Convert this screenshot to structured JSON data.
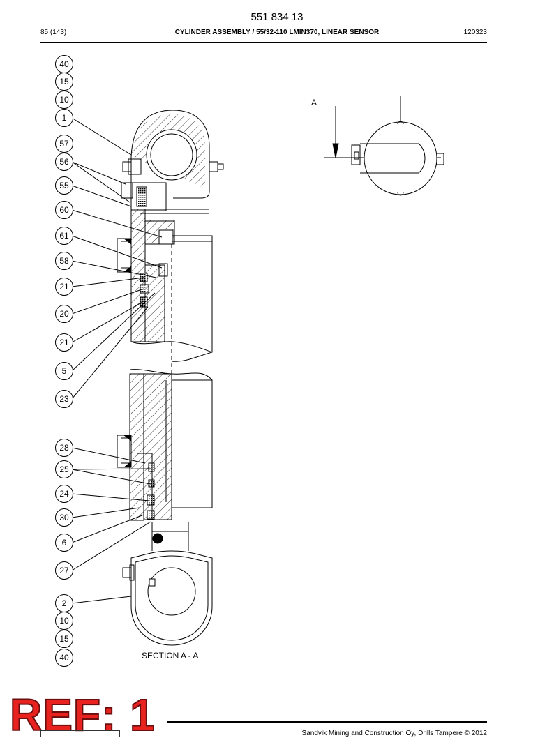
{
  "header": {
    "doc_number": "551 834 13",
    "page": "85 (143)",
    "title": "CYLINDER ASSEMBLY / 55/32-110 LMIN370, LINEAR SENSOR",
    "code": "120323"
  },
  "callouts": [
    "40",
    "15",
    "10",
    "1",
    "57",
    "56",
    "55",
    "60",
    "61",
    "58",
    "21",
    "20",
    "21",
    "5",
    "23",
    "28",
    "25",
    "24",
    "30",
    "6",
    "27",
    "2",
    "10",
    "15",
    "40"
  ],
  "view_label": "A",
  "section_label": "SECTION A - A",
  "stamp": "REF: 1",
  "footer": {
    "copyright": "Sandvik Mining and Construction Oy, Drills Tampere © 2012"
  }
}
